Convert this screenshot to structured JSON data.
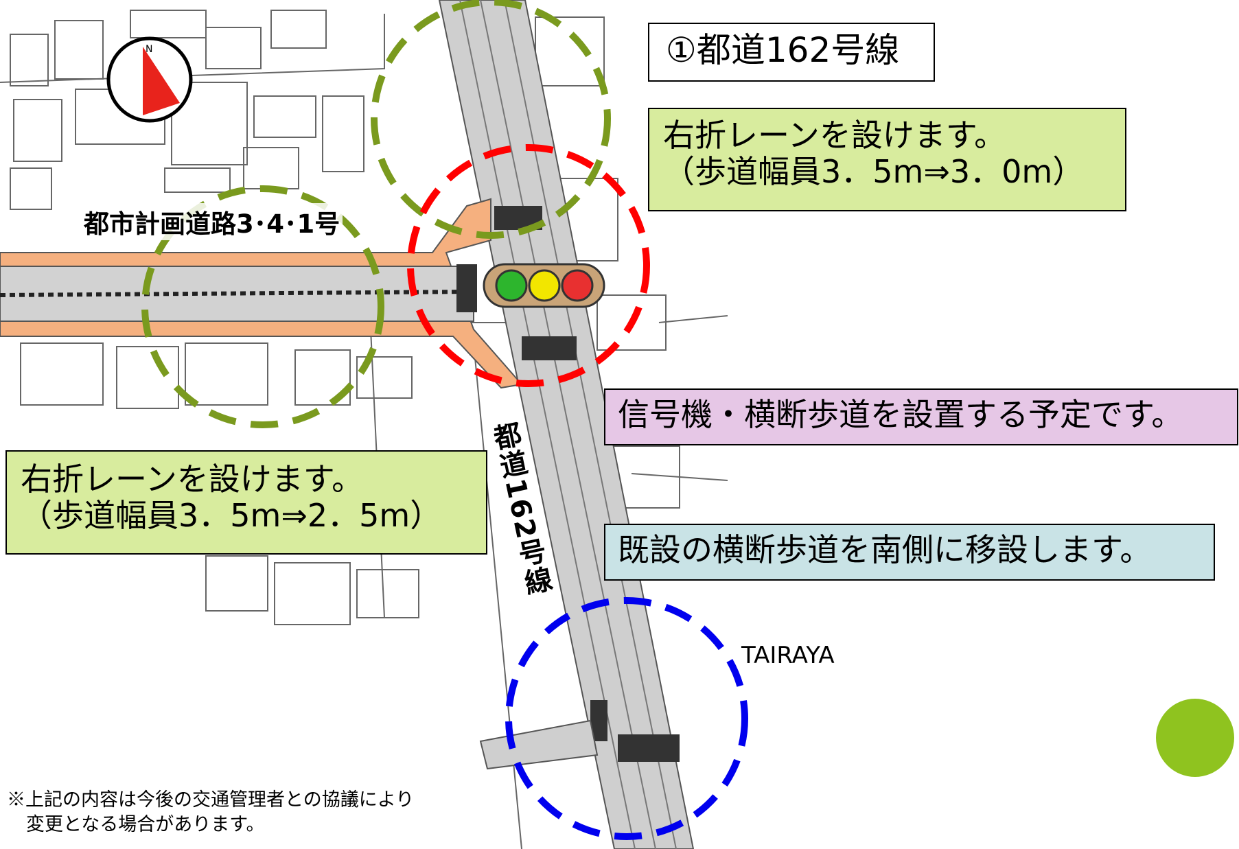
{
  "route_title": "①都道162号線",
  "notes": {
    "north_east": {
      "line1": "右折レーンを設けます。",
      "line2": "（歩道幅員3．5m⇒3．0m）"
    },
    "signal": "信号機・横断歩道を設置する予定です。",
    "south_west": {
      "line1": "右折レーンを設けます。",
      "line2": "（歩道幅員3．5m⇒2．5m）"
    },
    "crosswalk_relocation": "既設の横断歩道を南側に移設します。"
  },
  "road_labels": {
    "city_planning_road": "都市計画道路3･4･1号",
    "metro_road_vertical": "都道162号線",
    "landmark": "TAIRAYA"
  },
  "compass": {
    "north_label": "N"
  },
  "traffic_signal": {
    "lights": [
      "green",
      "yellow",
      "red"
    ]
  },
  "disclaimer": {
    "line1": "※上記の内容は今後の交通管理者との協議により",
    "line2": "変更となる場合があります。"
  },
  "colors": {
    "note_green": "#d8ec9e",
    "note_purple": "#e6c7e6",
    "note_cyan": "#c9e3e6",
    "new_road": "#f5b07f",
    "green_circle": "#7a9a1e",
    "red_circle": "#ff0000",
    "blue_circle": "#0000ee",
    "accent_dot": "#8fc31f"
  }
}
